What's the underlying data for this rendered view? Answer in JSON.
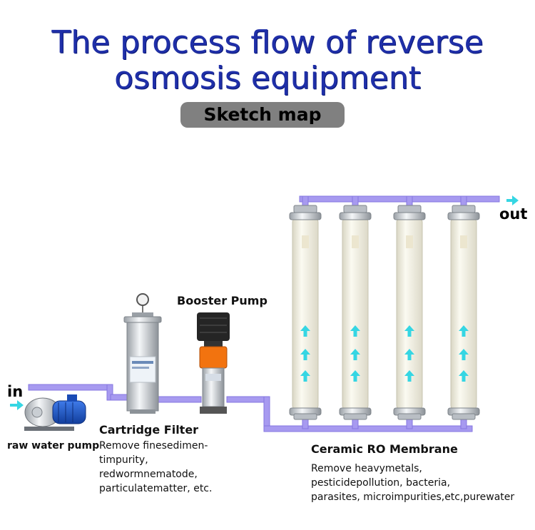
{
  "title_line1": "The process flow of reverse",
  "title_line2": "osmosis equipment",
  "subtitle": "Sketch map",
  "labels": {
    "in": "in",
    "out": "out",
    "raw_pump": "raw water pump",
    "cartridge_title": "Cartridge Filter",
    "cartridge_desc": [
      "Remove finesedimen-",
      "timpurity,",
      "redwormnematode,",
      "particulatematter, etc."
    ],
    "booster": "Booster Pump",
    "membrane_title": "Ceramic  RO Membrane",
    "membrane_desc": [
      "Remove heavymetals,",
      "pesticidepollution, bacteria,",
      "parasites, microimpurities,etc,purewater"
    ]
  },
  "colors": {
    "pipe": "#a79af0",
    "arrow": "#35d6e3",
    "title": "#1f2fa8",
    "membrane": "#f1efdf",
    "pump_blue": "#1d55c9",
    "booster_orange": "#f2730f"
  },
  "icons": {
    "pump": "centrifugal-pump-icon",
    "filter": "cartridge-filter-icon",
    "booster": "vertical-booster-pump-icon",
    "membrane": "ro-membrane-vessel-icon",
    "flow": "flow-arrow-icon"
  },
  "membrane_count": 4
}
